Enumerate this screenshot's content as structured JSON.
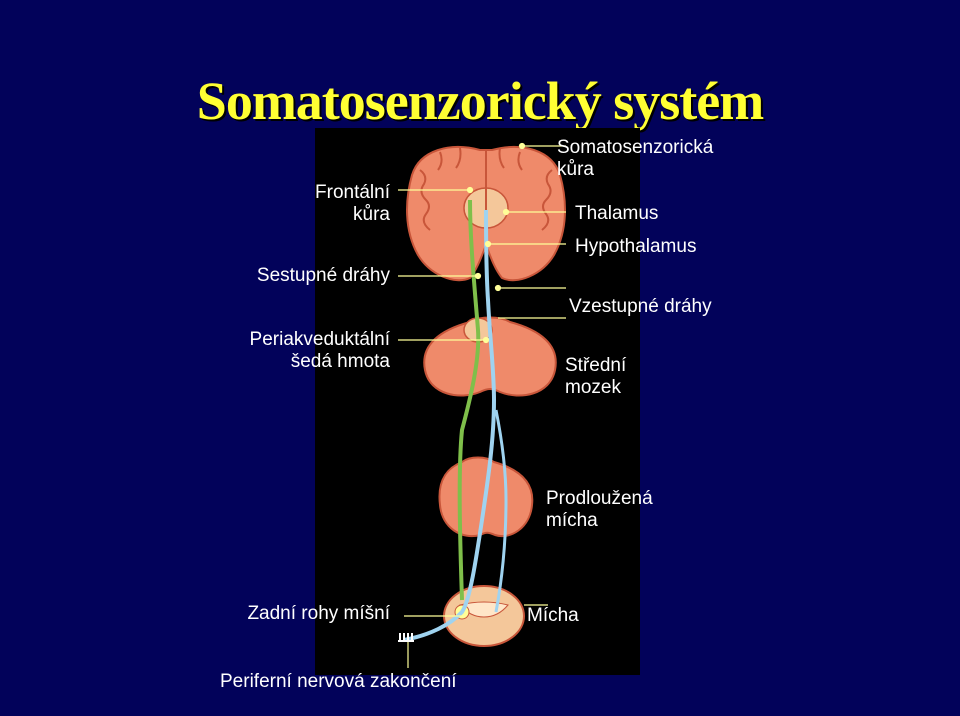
{
  "title": "Somatosenzorický systém",
  "labels": {
    "frontal_cortex": [
      "Frontální",
      "kůra"
    ],
    "descending": "Sestupné dráhy",
    "periaqueductal": [
      "Periakveduktální",
      "šedá hmota"
    ],
    "somatosensory_cortex": [
      "Somatosenzorická",
      "kůra"
    ],
    "thalamus": "Thalamus",
    "hypothalamus": "Hypothalamus",
    "ascending": "Vzestupné dráhy",
    "midbrain": [
      "Střední",
      "mozek"
    ],
    "medulla": [
      "Prodloužená",
      "mícha"
    ],
    "dorsal_horn": "Zadní rohy míšní",
    "spinal_cord": "Mícha",
    "peripheral": "Periferní nervová zakončení"
  },
  "colors": {
    "background": "#02025a",
    "title": "#ffff33",
    "tissue": "#ef8a6a",
    "tissue_dark": "#c8563a",
    "cord": "#f4c79a",
    "ascending_fiber": "#9fd3f0",
    "descending_fiber": "#7fbf4a",
    "pointer": "#ffff99"
  }
}
